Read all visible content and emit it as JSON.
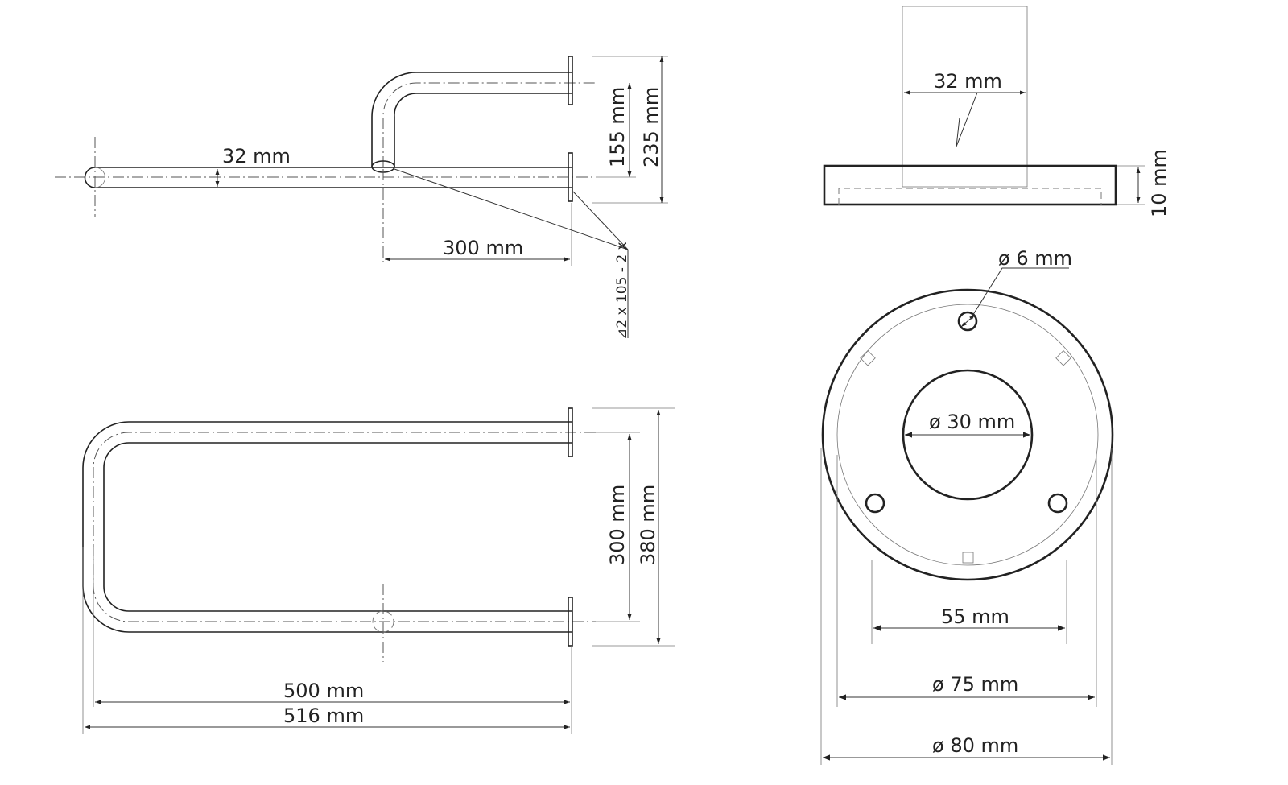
{
  "colors": {
    "line": "#222222",
    "background": "#ffffff"
  },
  "side_view": {
    "tube_diameter": "32 mm",
    "offset_inner": "155 mm",
    "offset_outer": "235 mm",
    "flange_spacing": "300 mm",
    "weld_note": "⊿2 x 105 - 2 x"
  },
  "top_view": {
    "inner_height": "300 mm",
    "outer_height": "380 mm",
    "inner_length": "500 mm",
    "outer_length": "516 mm"
  },
  "flange_side": {
    "tube_diameter": "32 mm",
    "thickness": "10 mm"
  },
  "flange_face": {
    "hole_diameter": "ø 6 mm",
    "bore_diameter": "ø 30 mm",
    "hole_spacing": "55 mm",
    "pitch_diameter": "ø 75 mm",
    "outer_diameter": "ø 80 mm"
  }
}
